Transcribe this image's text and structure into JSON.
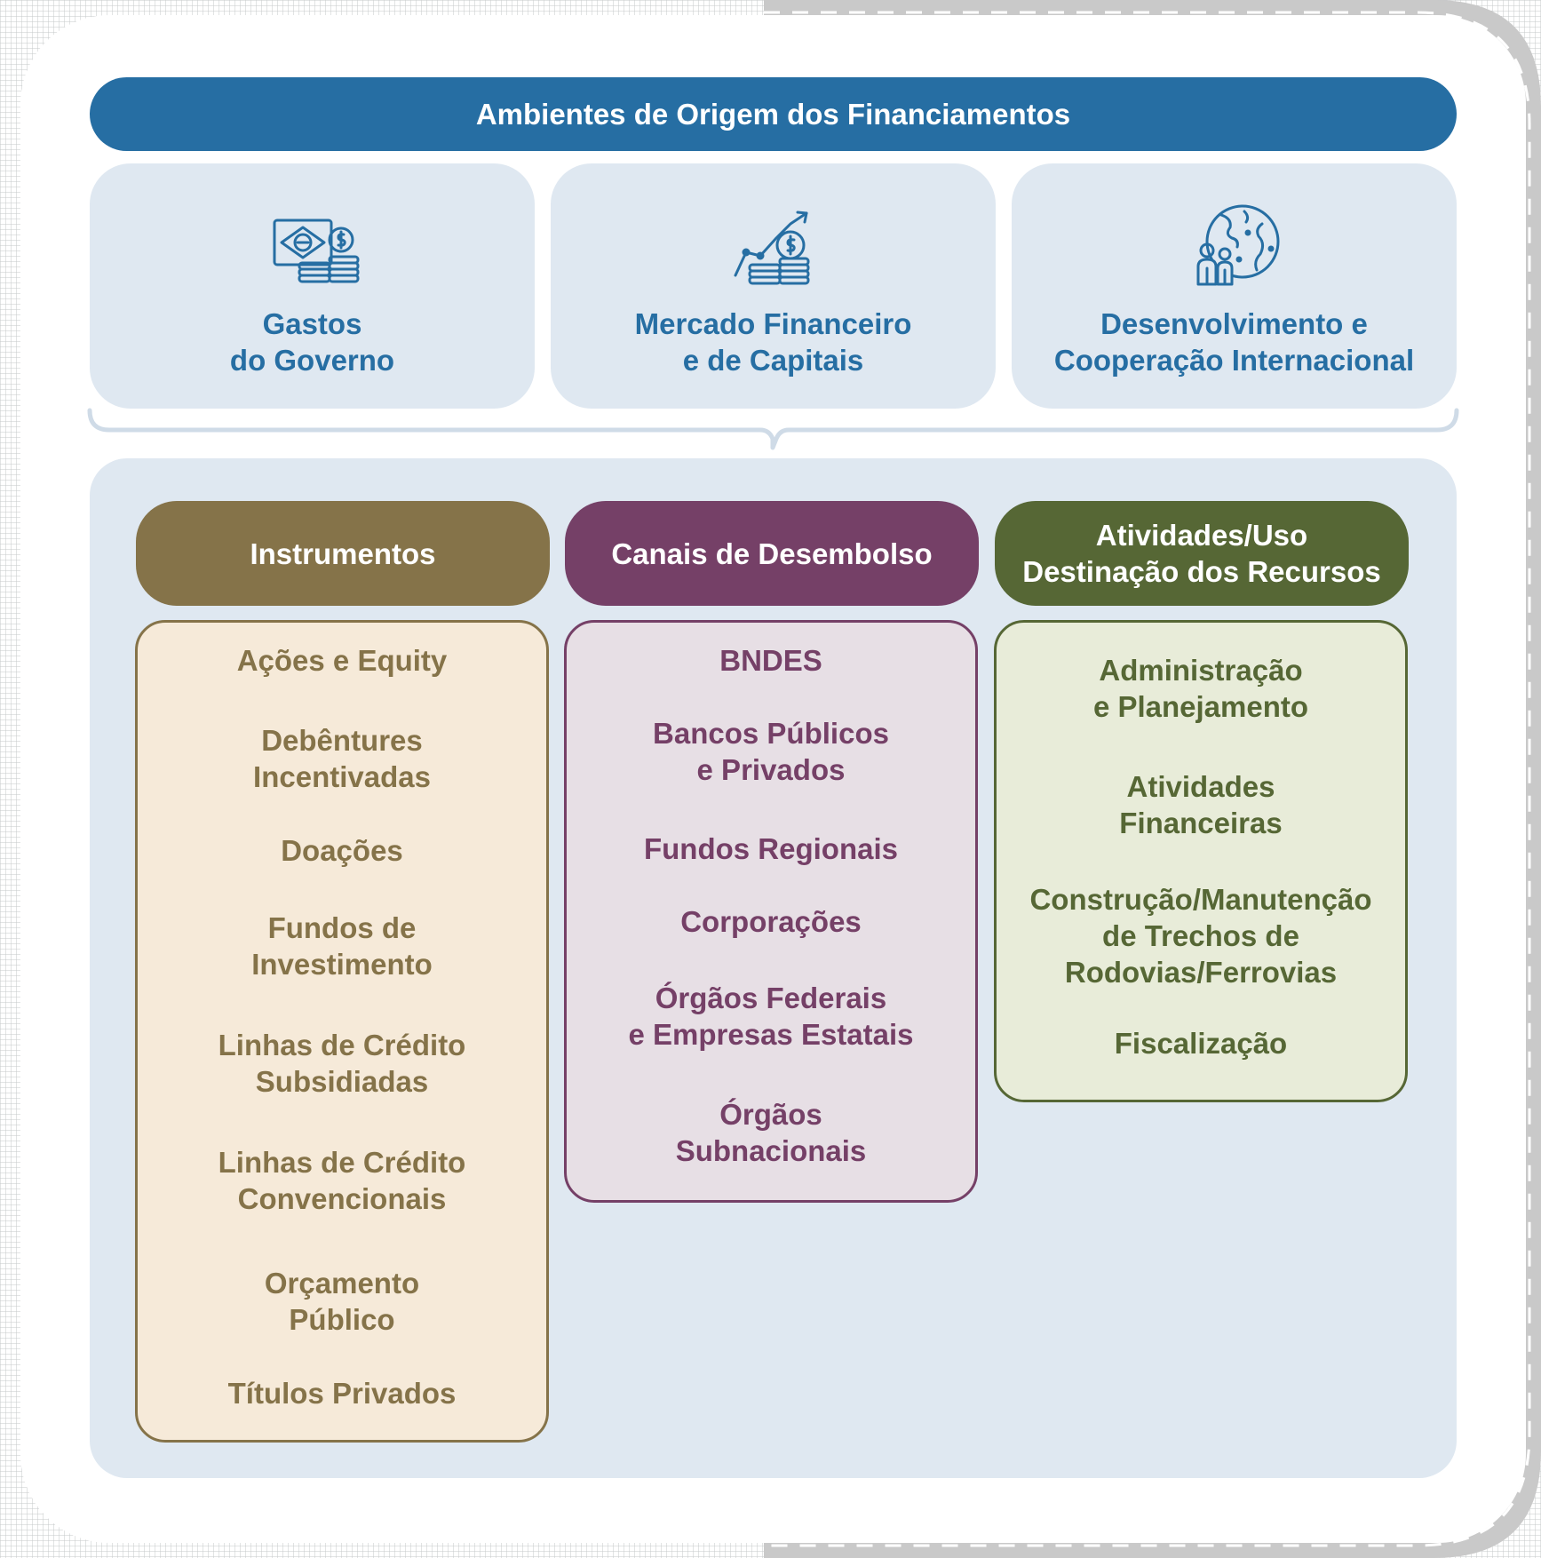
{
  "title": "Ambientes de Origem dos Financiamentos",
  "sources": [
    {
      "label": "Gastos\ndo Governo",
      "icon": "money-coins-icon"
    },
    {
      "label": "Mercado Financeiro\ne de Capitais",
      "icon": "growth-chart-coins-icon"
    },
    {
      "label": "Desenvolvimento e\nCooperação Internacional",
      "icon": "globe-people-icon"
    }
  ],
  "columns": {
    "instrumentos": {
      "header": "Instrumentos",
      "items": [
        "Ações e Equity",
        "Debêntures\nIncentivadas",
        "Doações",
        "Fundos de\nInvestimento",
        "Linhas de Crédito\nSubsidiadas",
        "Linhas de Crédito\nConvencionais",
        "Orçamento\nPúblico",
        "Títulos Privados"
      ]
    },
    "canais": {
      "header": "Canais de Desembolso",
      "items": [
        "BNDES",
        "Bancos Públicos\ne Privados",
        "Fundos Regionais",
        "Corporações",
        "Órgãos Federais\ne Empresas Estatais",
        "Órgãos\nSubnacionais"
      ]
    },
    "atividades": {
      "header": "Atividades/Uso\nDestinação dos Recursos",
      "items": [
        "Administração\ne Planejamento",
        "Atividades\nFinanceiras",
        "Construção/Manutenção\nde Trechos de\nRodovias/Ferrovias",
        "Fiscalização"
      ]
    }
  },
  "colors": {
    "blue": "#266ea3",
    "panel": "#dfe8f1",
    "instrumentos": "#857349",
    "canais": "#754067",
    "atividades": "#566735"
  }
}
